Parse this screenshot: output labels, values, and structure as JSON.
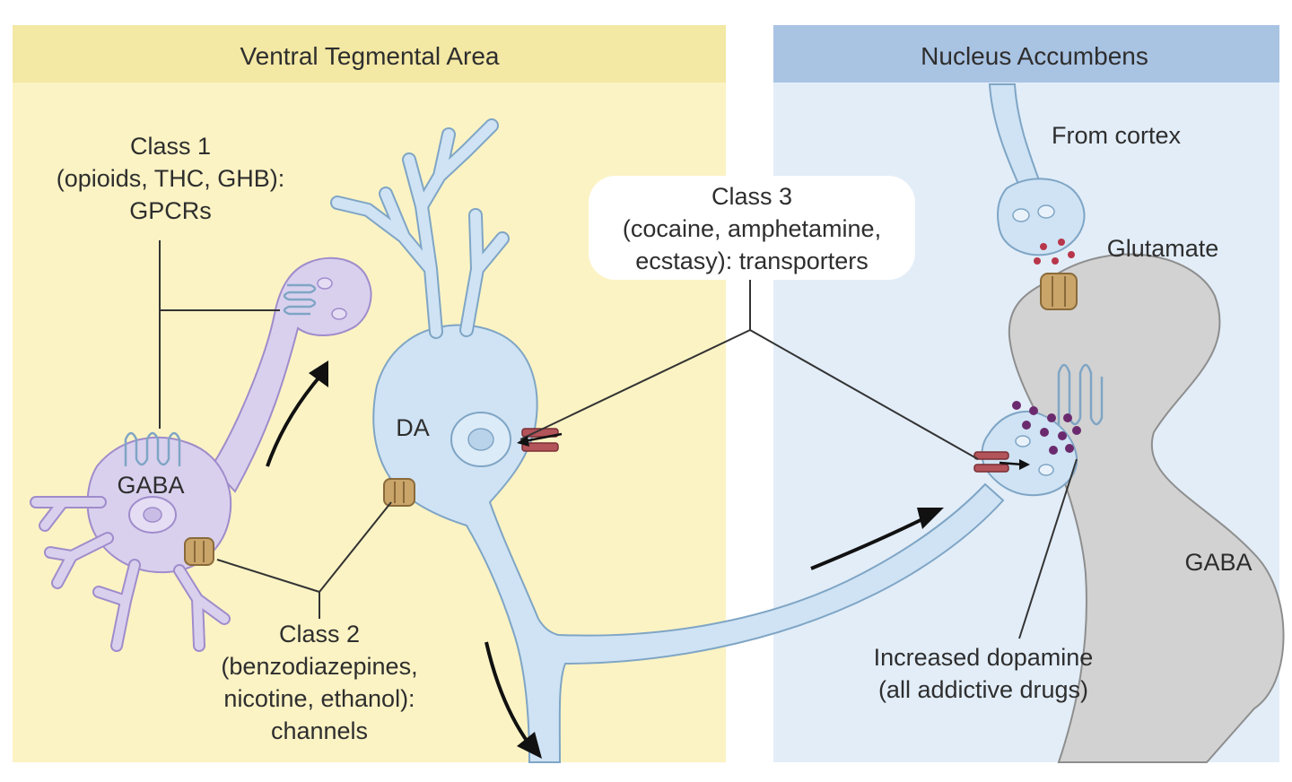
{
  "regions": {
    "left_title": "Ventral Tegmental Area",
    "right_title": "Nucleus Accumbens"
  },
  "class1": {
    "line1": "Class 1",
    "line2": "(opioids, THC, GHB):",
    "line3": "GPCRs"
  },
  "class2": {
    "line1": "Class 2",
    "line2": "(benzodiazepines,",
    "line3": "nicotine, ethanol):",
    "line4": "channels"
  },
  "class3": {
    "line1": "Class 3",
    "line2": "(cocaine, amphetamine,",
    "line3": "ecstasy): transporters"
  },
  "cells": {
    "gaba_interneuron": "GABA",
    "dopamine_neuron": "DA",
    "gaba_target": "GABA"
  },
  "nac": {
    "from_cortex": "From cortex",
    "glutamate": "Glutamate",
    "increased_line1": "Increased dopamine",
    "increased_line2": "(all addictive drugs)"
  },
  "colors": {
    "vta_background": "#fbf3c4",
    "vta_header": "#f3e8a4",
    "nac_background": "#e2edf8",
    "nac_header": "#a9c3e3",
    "dopamine_neuron": "#cfe3f4",
    "gaba_neuron": "#d9d0ee",
    "target_cell": "#d2d2d2",
    "ion_channel": "#c9a56a",
    "transporter": "#b3535a",
    "dopamine_vesicle": "#6b2a6e",
    "glutamate_vesicle": "#b8364a"
  }
}
